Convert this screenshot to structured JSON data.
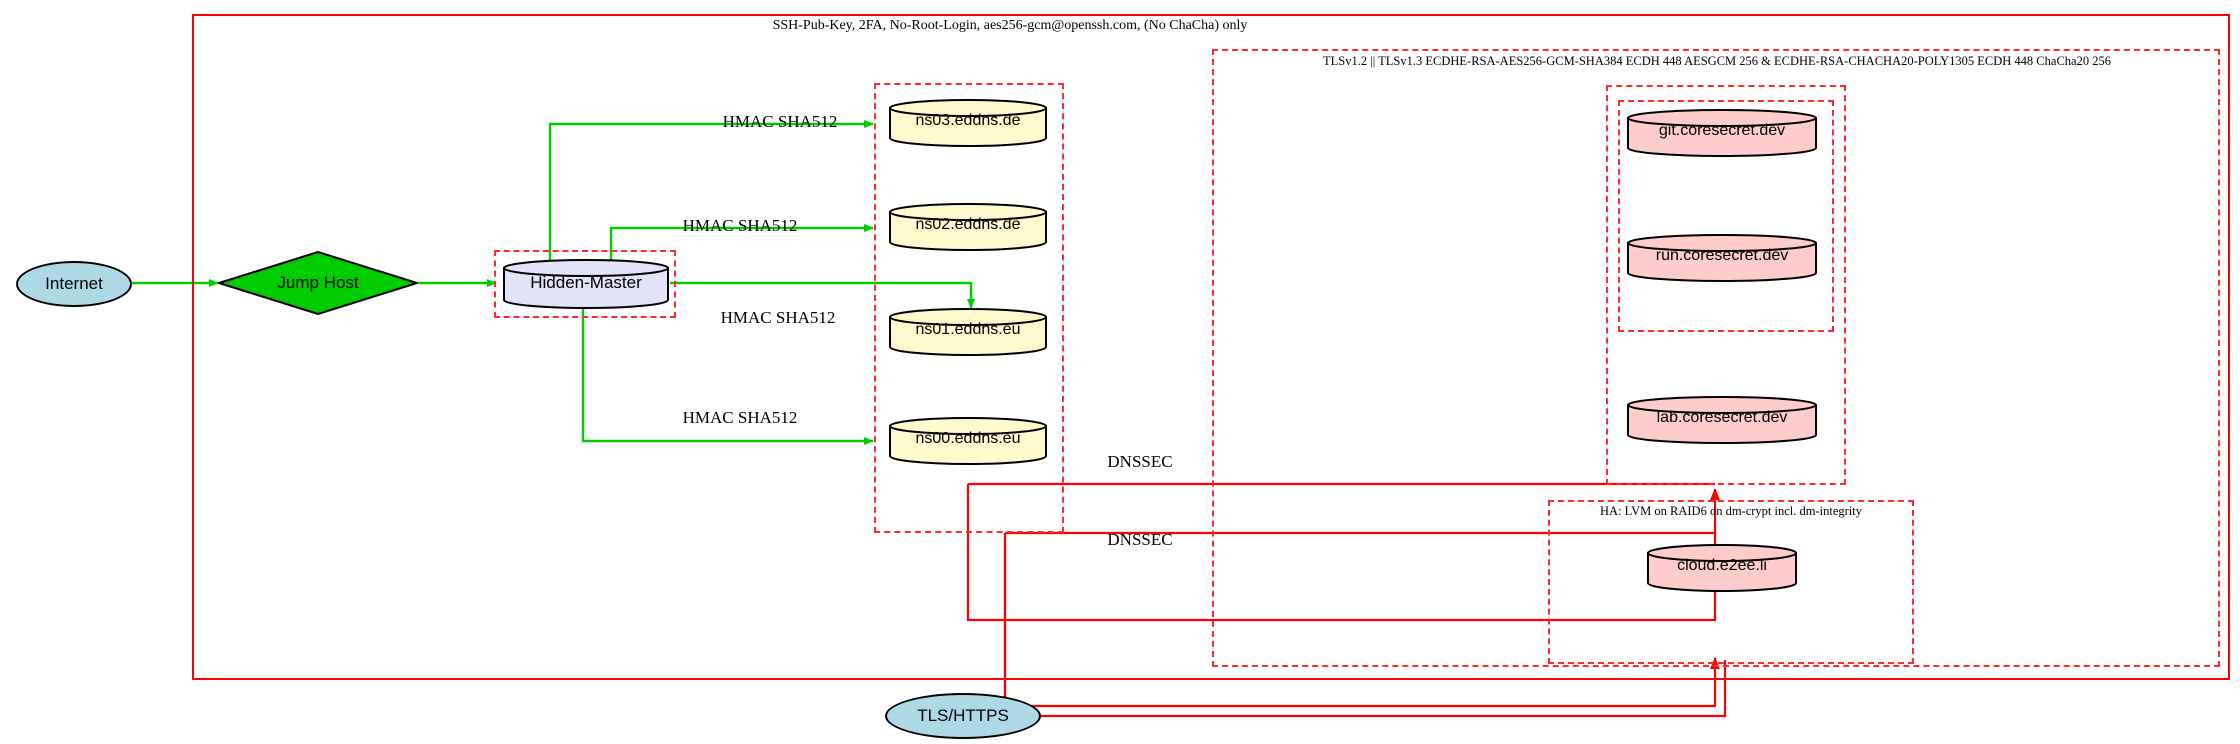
{
  "diagram": {
    "title_note": "SSH-Pub-Key, 2FA, No-Root-Login, aes256-gcm@openssh.com, (No ChaCha) only",
    "colors": {
      "boundary": "#ff0000",
      "cluster_dashed": "#ff2b2b",
      "replication_edge": "#00cc00",
      "tls_edge": "#ff0000",
      "dns_node_fill": "#fffacd",
      "master_node_fill": "#e2e2f8",
      "web_node_fill": "#ffcccc",
      "internet_fill": "#add8e6",
      "jump_host_fill": "#00cc00"
    }
  },
  "clusters": {
    "outer_boundary": {
      "label": "SSH-Pub-Key, 2FA, No-Root-Login, aes256-gcm@openssh.com, (No ChaCha) only"
    },
    "tls_zone": {
      "label": "TLSv1.2 || TLSv1.3 ECDHE-RSA-AES256-GCM-SHA384 ECDH 448 AESGCM 256 & ECDHE-RSA-CHACHA20-POLY1305 ECDH 448 ChaCha20 256"
    },
    "ha_zone": {
      "label": "HA: LVM on RAID6 on dm-crypt incl. dm-integrity"
    },
    "hidden_master_zone": {
      "label": ""
    },
    "nameserver_zone": {
      "label": ""
    },
    "coresecret_zone": {
      "label": ""
    },
    "coresecret_inner_zone": {
      "label": ""
    }
  },
  "nodes": {
    "internet": {
      "label": "Internet",
      "shape": "ellipse"
    },
    "jump_host": {
      "label": "Jump Host",
      "shape": "diamond"
    },
    "hidden_master": {
      "label": "Hidden-Master",
      "shape": "cylinder"
    },
    "tls_https": {
      "label": "TLS/HTTPS",
      "shape": "ellipse"
    },
    "nameservers": [
      {
        "label": "ns03.eddns.de",
        "shape": "cylinder"
      },
      {
        "label": "ns02.eddns.de",
        "shape": "cylinder"
      },
      {
        "label": "ns01.eddns.eu",
        "shape": "cylinder"
      },
      {
        "label": "ns00.eddns.eu",
        "shape": "cylinder"
      }
    ],
    "services": [
      {
        "label": "git.coresecret.dev",
        "shape": "cylinder"
      },
      {
        "label": "run.coresecret.dev",
        "shape": "cylinder"
      },
      {
        "label": "lab.coresecret.dev",
        "shape": "cylinder"
      },
      {
        "label": "cloud.e2ee.li",
        "shape": "cylinder"
      }
    ]
  },
  "edges": {
    "replication": [
      {
        "label": "HMAC SHA512",
        "from": "hidden_master",
        "to": "ns03.eddns.de"
      },
      {
        "label": "HMAC SHA512",
        "from": "hidden_master",
        "to": "ns02.eddns.de"
      },
      {
        "label": "HMAC SHA512",
        "from": "hidden_master",
        "to": "ns01.eddns.eu"
      },
      {
        "label": "HMAC SHA512",
        "from": "hidden_master",
        "to": "ns00.eddns.eu"
      }
    ],
    "dnssec": [
      {
        "label": "DNSSEC"
      },
      {
        "label": "DNSSEC"
      }
    ],
    "access": [
      {
        "label": "",
        "from": "internet",
        "to": "jump_host"
      },
      {
        "label": "",
        "from": "jump_host",
        "to": "hidden_master"
      }
    ]
  }
}
